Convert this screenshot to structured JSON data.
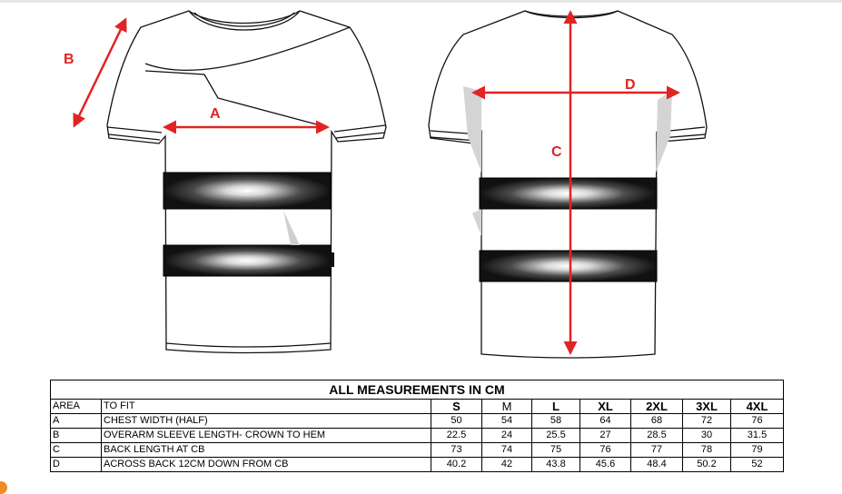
{
  "labels": {
    "a": "A",
    "b": "B",
    "c": "C",
    "d": "D"
  },
  "table": {
    "title": "ALL MEASUREMENTS IN CM",
    "header": {
      "area": "AREA",
      "to_fit": "TO FIT",
      "sizes": [
        "S",
        "M",
        "L",
        "XL",
        "2XL",
        "3XL",
        "4XL"
      ]
    },
    "rows": [
      {
        "area": "A",
        "fit": "CHEST WIDTH (HALF)",
        "values": [
          "50",
          "54",
          "58",
          "64",
          "68",
          "72",
          "76"
        ]
      },
      {
        "area": "B",
        "fit": "OVERARM SLEEVE LENGTH- CROWN TO HEM",
        "values": [
          "22.5",
          "24",
          "25.5",
          "27",
          "28.5",
          "30",
          "31.5"
        ]
      },
      {
        "area": "C",
        "fit": "BACK LENGTH AT CB",
        "values": [
          "73",
          "74",
          "75",
          "76",
          "77",
          "78",
          "79"
        ]
      },
      {
        "area": "D",
        "fit": "ACROSS BACK 12CM DOWN FROM CB",
        "values": [
          "40.2",
          "42",
          "43.8",
          "45.6",
          "48.4",
          "50.2",
          "52"
        ]
      }
    ]
  },
  "colors": {
    "measure_arrow": "#e02424",
    "outline": "#111111",
    "tape": "#1a1a1a"
  }
}
